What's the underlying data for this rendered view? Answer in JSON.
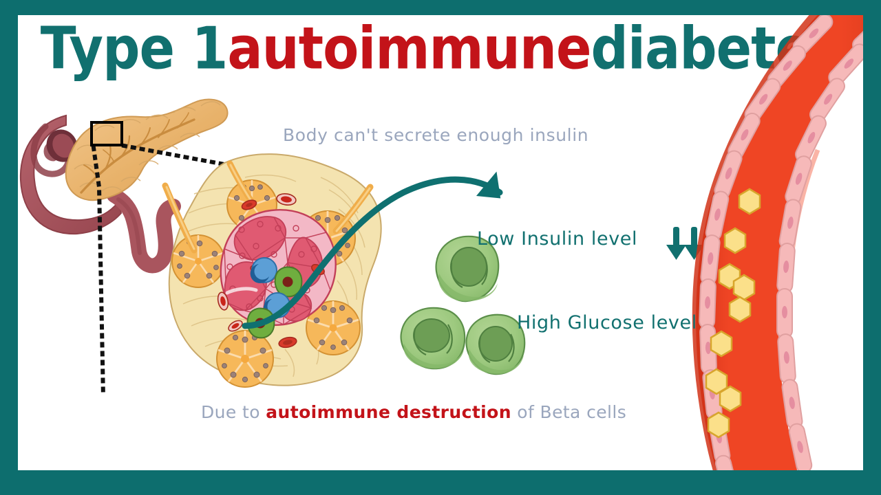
{
  "slide": {
    "border_color": "#0d6e6e",
    "background": "#ffffff",
    "title": {
      "part1": "Type 1 ",
      "part2": "autoimmune",
      "part3": " diabetes",
      "color_teal": "#11706f",
      "color_red": "#c31319"
    }
  },
  "captions": {
    "secrete": "Body can't secrete enough insulin",
    "low_insulin": "Low Insulin level",
    "high_glucose": "High Glucose level",
    "bottom_prefix": "Due to ",
    "bottom_highlight": "autoimmune destruction",
    "bottom_suffix": " of Beta cells"
  },
  "diagram": {
    "pancreas": {
      "label": "pancreas",
      "body_color": "#e8b26a",
      "body_light": "#f0c489",
      "duodenum_color": "#a9555e",
      "duct_color": "#c98c3f"
    },
    "selection_box": {
      "label": "zoom-region",
      "stroke": "#000000"
    },
    "callout_lines": {
      "label": "dotted-callout",
      "color": "#111111",
      "style": "dotted"
    },
    "islet_tissue": {
      "label": "pancreatic-tissue",
      "fill": "#f4e3b0",
      "stroke": "#c9a96a"
    },
    "islet": {
      "label": "islet-of-langerhans",
      "alpha_cell_color": "#f3b8c6",
      "beta_cell_color": "#e05a72",
      "membrane_color": "#c23f58"
    },
    "acini": {
      "label": "acinus",
      "fill": "#f6b85a",
      "stroke": "#d39133",
      "nucleus": "#9b8278",
      "count": 5
    },
    "immune_cells": {
      "label": "immune-cell",
      "blue_fill": "#5c9fd6",
      "blue_nucleus": "#1f5e96",
      "green_fill": "#6fae3f",
      "green_nucleus": "#7a2118"
    },
    "capillaries": {
      "label": "capillary",
      "fill": "#d93a2b",
      "stroke": "#a52a1e"
    },
    "beta_cells_free": {
      "label": "destroyed-beta-cell",
      "fill": "#9dc97f",
      "fill_dark": "#86b86a",
      "nucleus": "#6d9e55",
      "stroke": "#5b8f49",
      "count": 3
    },
    "arrow_insulin": {
      "label": "insulin-flow-arrow",
      "color": "#0f7070"
    },
    "down_arrows": {
      "label": "decrease-arrow",
      "color": "#11706f",
      "count": 2
    },
    "blood_vessel": {
      "label": "blood-vessel",
      "lumen_color": "#ef4524",
      "lumen_dark": "#d13318",
      "endothelium_color": "#f6b9b9",
      "endothelium_stroke": "#e0a0a0",
      "nucleus_color": "#e58ea0"
    },
    "glucose": {
      "label": "glucose-molecule",
      "fill": "#fbe08a",
      "stroke": "#d8a52c",
      "count": 9
    }
  }
}
